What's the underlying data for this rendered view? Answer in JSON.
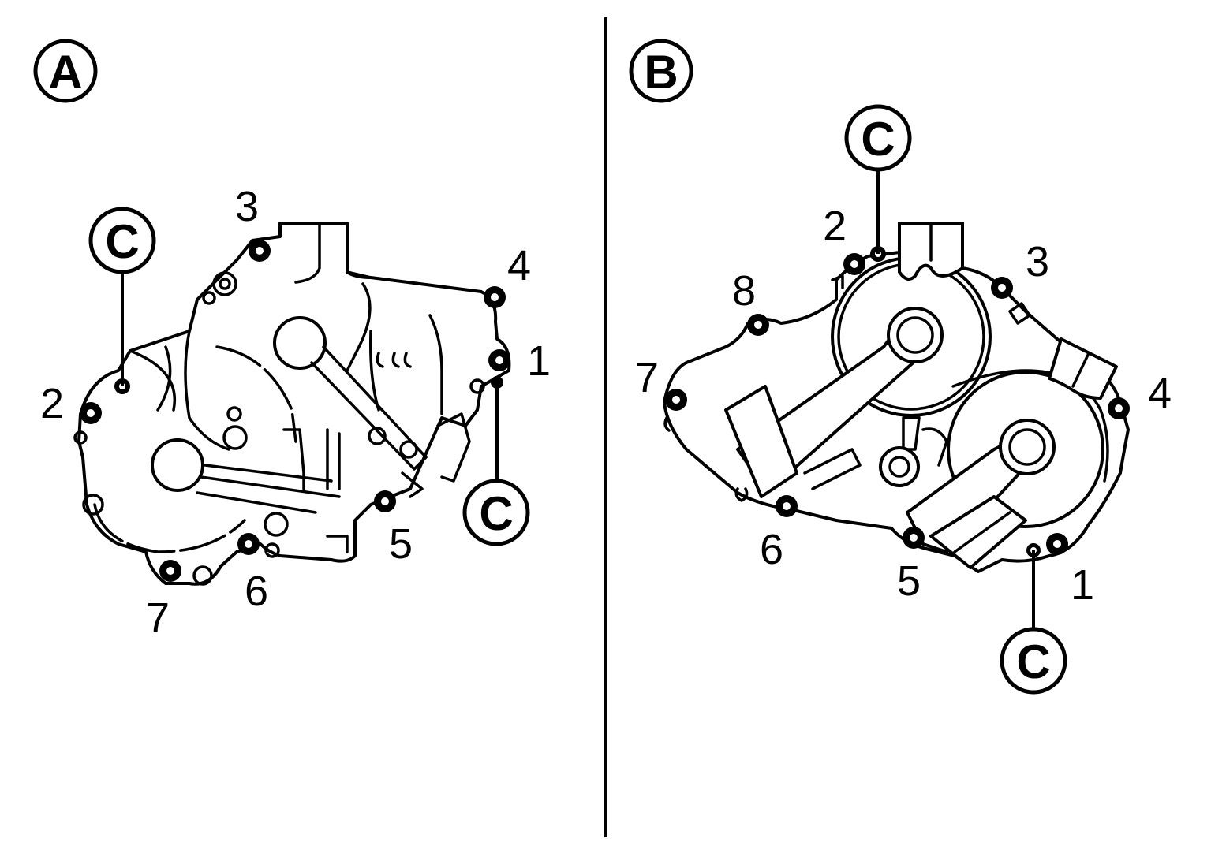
{
  "panels": [
    {
      "id": "A",
      "badge": "A",
      "bolt_numbers": [
        "1",
        "2",
        "3",
        "4",
        "5",
        "6",
        "7"
      ],
      "callouts": [
        "C",
        "C"
      ]
    },
    {
      "id": "B",
      "badge": "B",
      "bolt_numbers": [
        "1",
        "2",
        "3",
        "4",
        "5",
        "6",
        "7",
        "8"
      ],
      "callouts": [
        "C",
        "C"
      ]
    }
  ],
  "colors": {
    "ink": "#000000",
    "paper": "#ffffff"
  }
}
